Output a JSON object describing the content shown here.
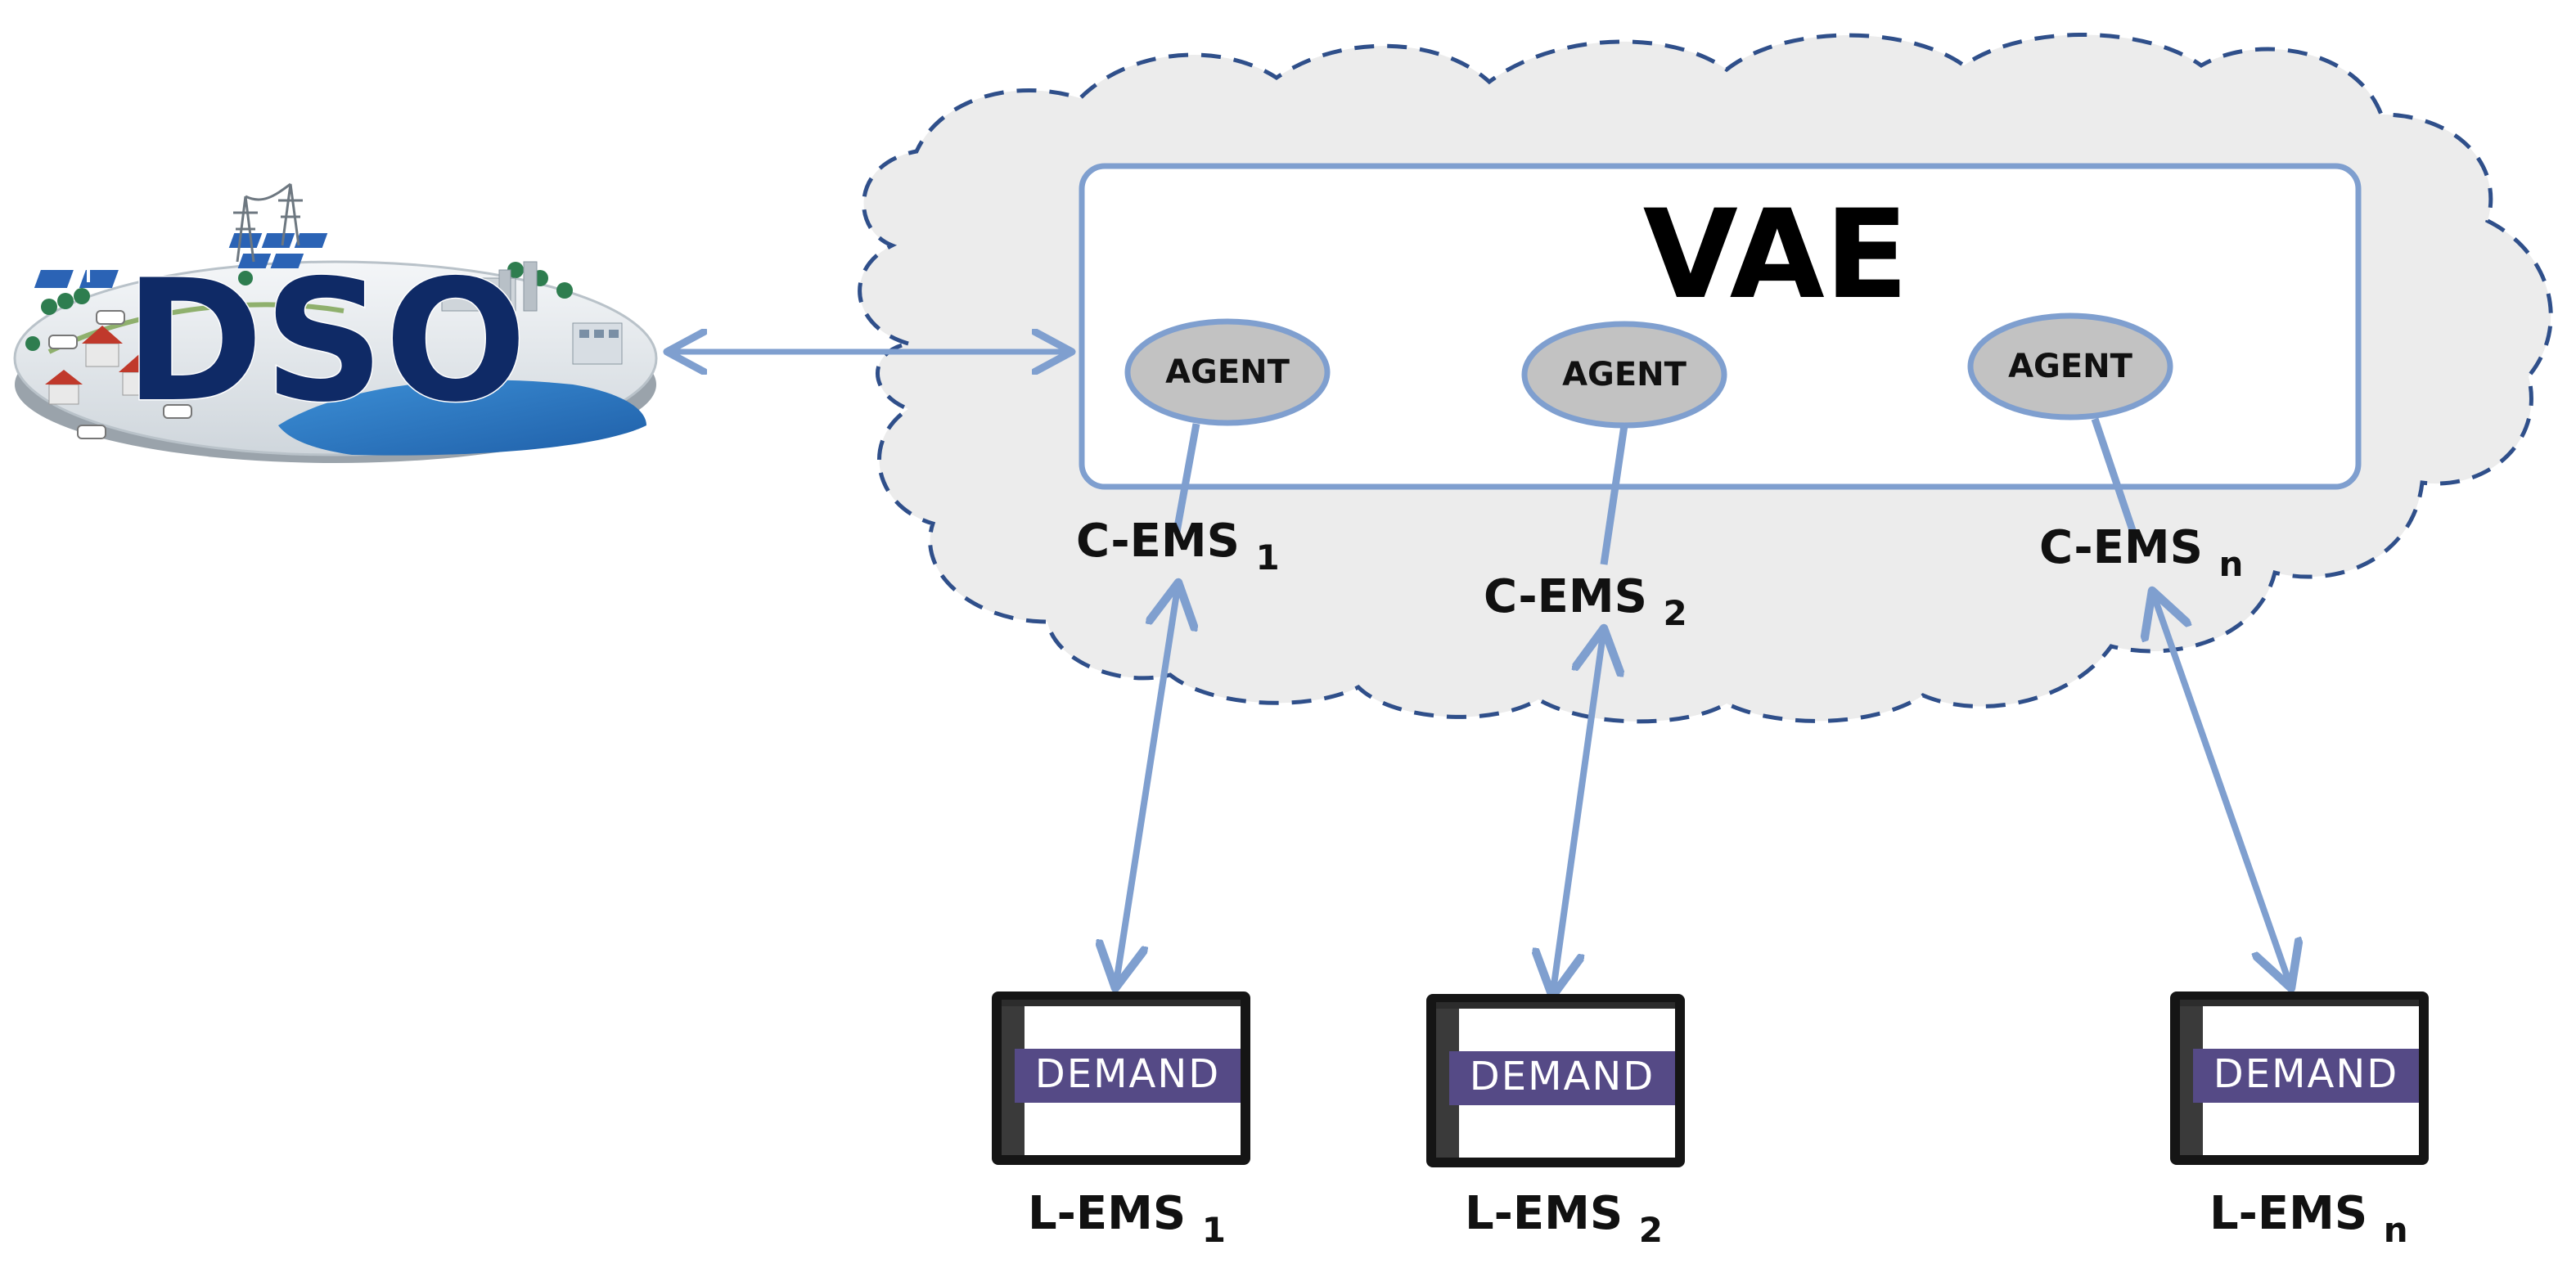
{
  "dso": {
    "label": "DSO"
  },
  "vae": {
    "label": "VAE"
  },
  "agents": [
    {
      "label": "AGENT"
    },
    {
      "label": "AGENT"
    },
    {
      "label": "AGENT"
    }
  ],
  "cems": [
    {
      "base": "C-EMS",
      "sub": "1"
    },
    {
      "base": "C-EMS",
      "sub": "2"
    },
    {
      "base": "C-EMS",
      "sub": "n"
    }
  ],
  "lems": [
    {
      "base": "L-EMS",
      "sub": "1"
    },
    {
      "base": "L-EMS",
      "sub": "2"
    },
    {
      "base": "L-EMS",
      "sub": "n"
    }
  ],
  "device_logo": "DEMAND",
  "colors": {
    "line": "#7f9fcf",
    "cloud_fill": "#ececec",
    "cloud_stroke": "#2f4f8a",
    "agent_fill": "#c2c2c2",
    "dso_text": "#0f2a66",
    "logo_bg": "#554a86"
  }
}
